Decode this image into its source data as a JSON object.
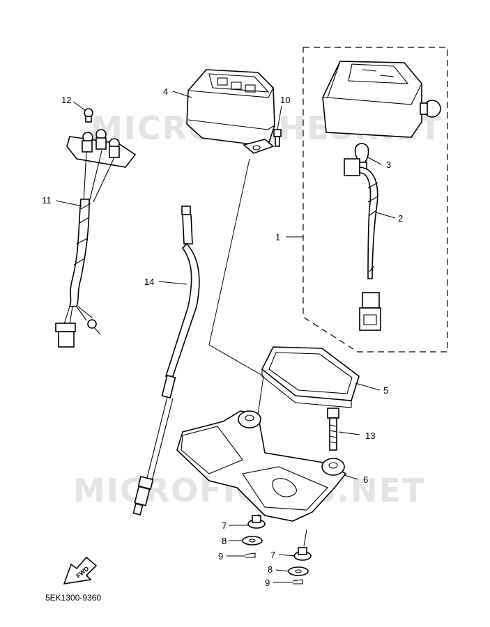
{
  "diagram": {
    "part_code": "5EK1300-9360",
    "watermark": "MICROFICHES.NET",
    "fwd_label": "FWD",
    "callouts": {
      "c1": "1",
      "c2": "2",
      "c3": "3",
      "c4": "4",
      "c5": "5",
      "c6": "6",
      "c7a": "7",
      "c7b": "7",
      "c8a": "8",
      "c8b": "8",
      "c9a": "9",
      "c9b": "9",
      "c10": "10",
      "c11": "11",
      "c12": "12",
      "c13": "13",
      "c14": "14"
    }
  }
}
